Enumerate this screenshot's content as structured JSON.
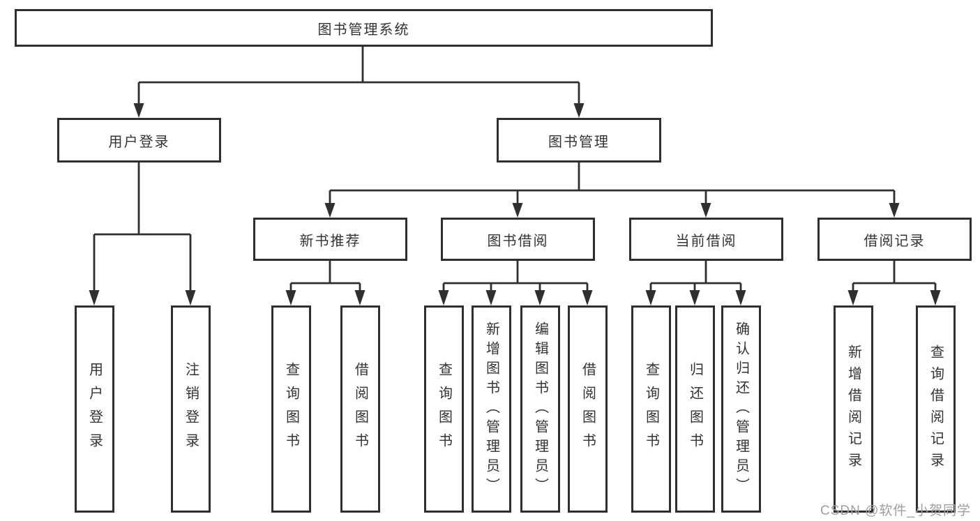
{
  "diagram_title": "图书管理系统",
  "tree": {
    "root": {
      "label": "图书管理系统"
    },
    "children": [
      {
        "label": "用户登录",
        "children": [
          {
            "label": "用户登录"
          },
          {
            "label": "注销登录"
          }
        ]
      },
      {
        "label": "图书管理",
        "children": [
          {
            "label": "新书推荐",
            "children": [
              {
                "label": "查询图书"
              },
              {
                "label": "借阅图书"
              }
            ]
          },
          {
            "label": "图书借阅",
            "children": [
              {
                "label": "查询图书"
              },
              {
                "label": "新增图书（管理员）"
              },
              {
                "label": "编辑图书（管理员）"
              },
              {
                "label": "借阅图书"
              }
            ]
          },
          {
            "label": "当前借阅",
            "children": [
              {
                "label": "查询图书"
              },
              {
                "label": "归还图书"
              },
              {
                "label": "确认归还（管理员）"
              }
            ]
          },
          {
            "label": "借阅记录",
            "children": [
              {
                "label": "新增借阅记录"
              },
              {
                "label": "查询借阅记录"
              }
            ]
          }
        ]
      }
    ]
  },
  "watermark": {
    "text": "CSDN @软件_小贺同学"
  },
  "colors": {
    "line": "#2f2f2f",
    "box_border": "#2f2f2f",
    "text": "#333333",
    "watermark": "#9e9e9e",
    "background": "#ffffff"
  }
}
